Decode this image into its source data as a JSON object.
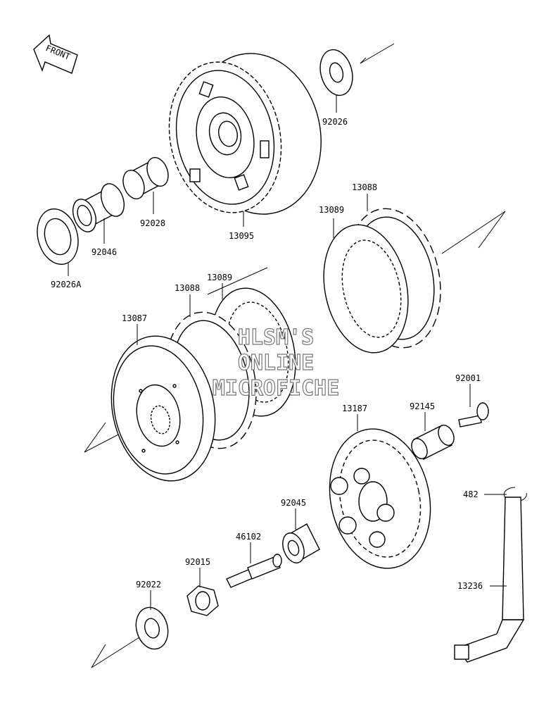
{
  "front_label": "FRONT",
  "watermark": {
    "line1": "HLSM'S",
    "line2": "ONLINE",
    "line3": "MICROFICHE"
  },
  "parts": {
    "p92026": "92026",
    "p92028": "92028",
    "p92046": "92046",
    "p92026A": "92026A",
    "p13095": "13095",
    "p13088a": "13088",
    "p13089a": "13089",
    "p13089b": "13089",
    "p13088b": "13088",
    "p13087": "13087",
    "p92001": "92001",
    "p92145": "92145",
    "p13187": "13187",
    "p482": "482",
    "p92045": "92045",
    "p46102": "46102",
    "p92015": "92015",
    "p92022": "92022",
    "p13236": "13236"
  }
}
